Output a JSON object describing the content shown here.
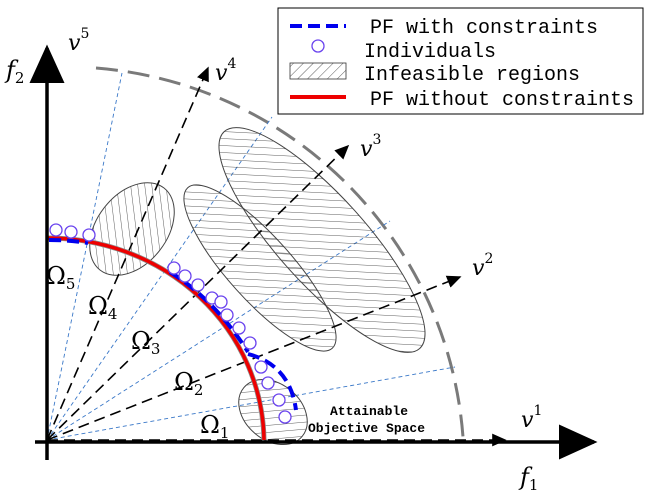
{
  "axes": {
    "x_label": "f",
    "x_sub": "1",
    "y_label": "f",
    "y_sub": "2"
  },
  "vectors": [
    {
      "label": "v",
      "sup": "1"
    },
    {
      "label": "v",
      "sup": "2"
    },
    {
      "label": "v",
      "sup": "3"
    },
    {
      "label": "v",
      "sup": "4"
    },
    {
      "label": "v",
      "sup": "5"
    }
  ],
  "subregions": [
    {
      "label": "Ω",
      "sub": "1"
    },
    {
      "label": "Ω",
      "sub": "2"
    },
    {
      "label": "Ω",
      "sub": "3"
    },
    {
      "label": "Ω",
      "sub": "4"
    },
    {
      "label": "Ω",
      "sub": "5"
    }
  ],
  "space_label": {
    "line1": "Attainable",
    "line2": "Objective Space"
  },
  "legend": {
    "items": [
      {
        "label": "PF with constraints",
        "icon": "blue-dashed-line"
      },
      {
        "label": "Individuals",
        "icon": "circle-marker"
      },
      {
        "label": "Infeasible regions",
        "icon": "hatched-ellipse"
      },
      {
        "label": "PF without constraints",
        "icon": "red-solid-line"
      }
    ]
  },
  "colors": {
    "pf_constrained": "#0000ee",
    "pf_unconstrained": "#ee0000",
    "individual_edge": "#6a44ee",
    "guide_line": "#3a78c8",
    "outer_arc": "#7a7a7a"
  }
}
